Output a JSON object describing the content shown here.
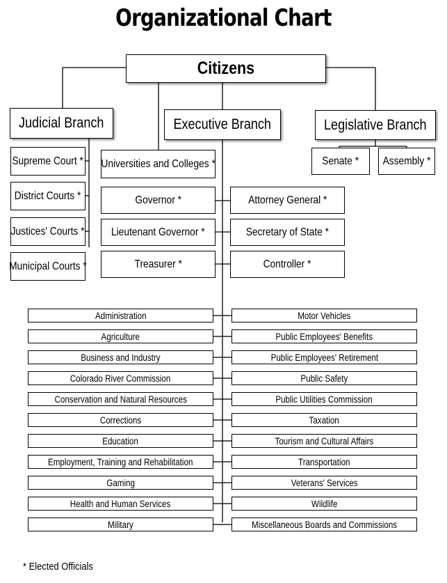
{
  "title": "Organizational Chart",
  "citizens": "Citizens",
  "judicial": {
    "label": "Judicial Branch",
    "items": [
      "Supreme Court *",
      "District Courts *",
      "Justices' Courts *",
      "Municipal Courts *"
    ]
  },
  "executive": {
    "label": "Executive Branch",
    "universities": "Universities and Colleges *",
    "officials_left": [
      "Governor *",
      "Lieutenant Governor *",
      "Treasurer *"
    ],
    "officials_right": [
      "Attorney General *",
      "Secretary of State *",
      "Controller *"
    ],
    "departments_left": [
      "Administration",
      "Agriculture",
      "Business and Industry",
      "Colorado River Commission",
      "Conservation and Natural Resources",
      "Corrections",
      "Education",
      "Employment, Training and Rehabilitation",
      "Gaming",
      "Health and Human Services",
      "Military"
    ],
    "departments_right": [
      "Motor Vehicles",
      "Public Employees' Benefits",
      "Public Employees' Retirement",
      "Public Safety",
      "Public Utilities Commission",
      "Taxation",
      "Tourism and Cultural Affairs",
      "Transportation",
      "Veterans' Services",
      "Wildlife",
      "Miscellaneous Boards and Commissions"
    ]
  },
  "legislative": {
    "label": "Legislative Branch",
    "items": [
      "Senate *",
      "Assembly *"
    ]
  },
  "footnote": "* Elected Officials"
}
